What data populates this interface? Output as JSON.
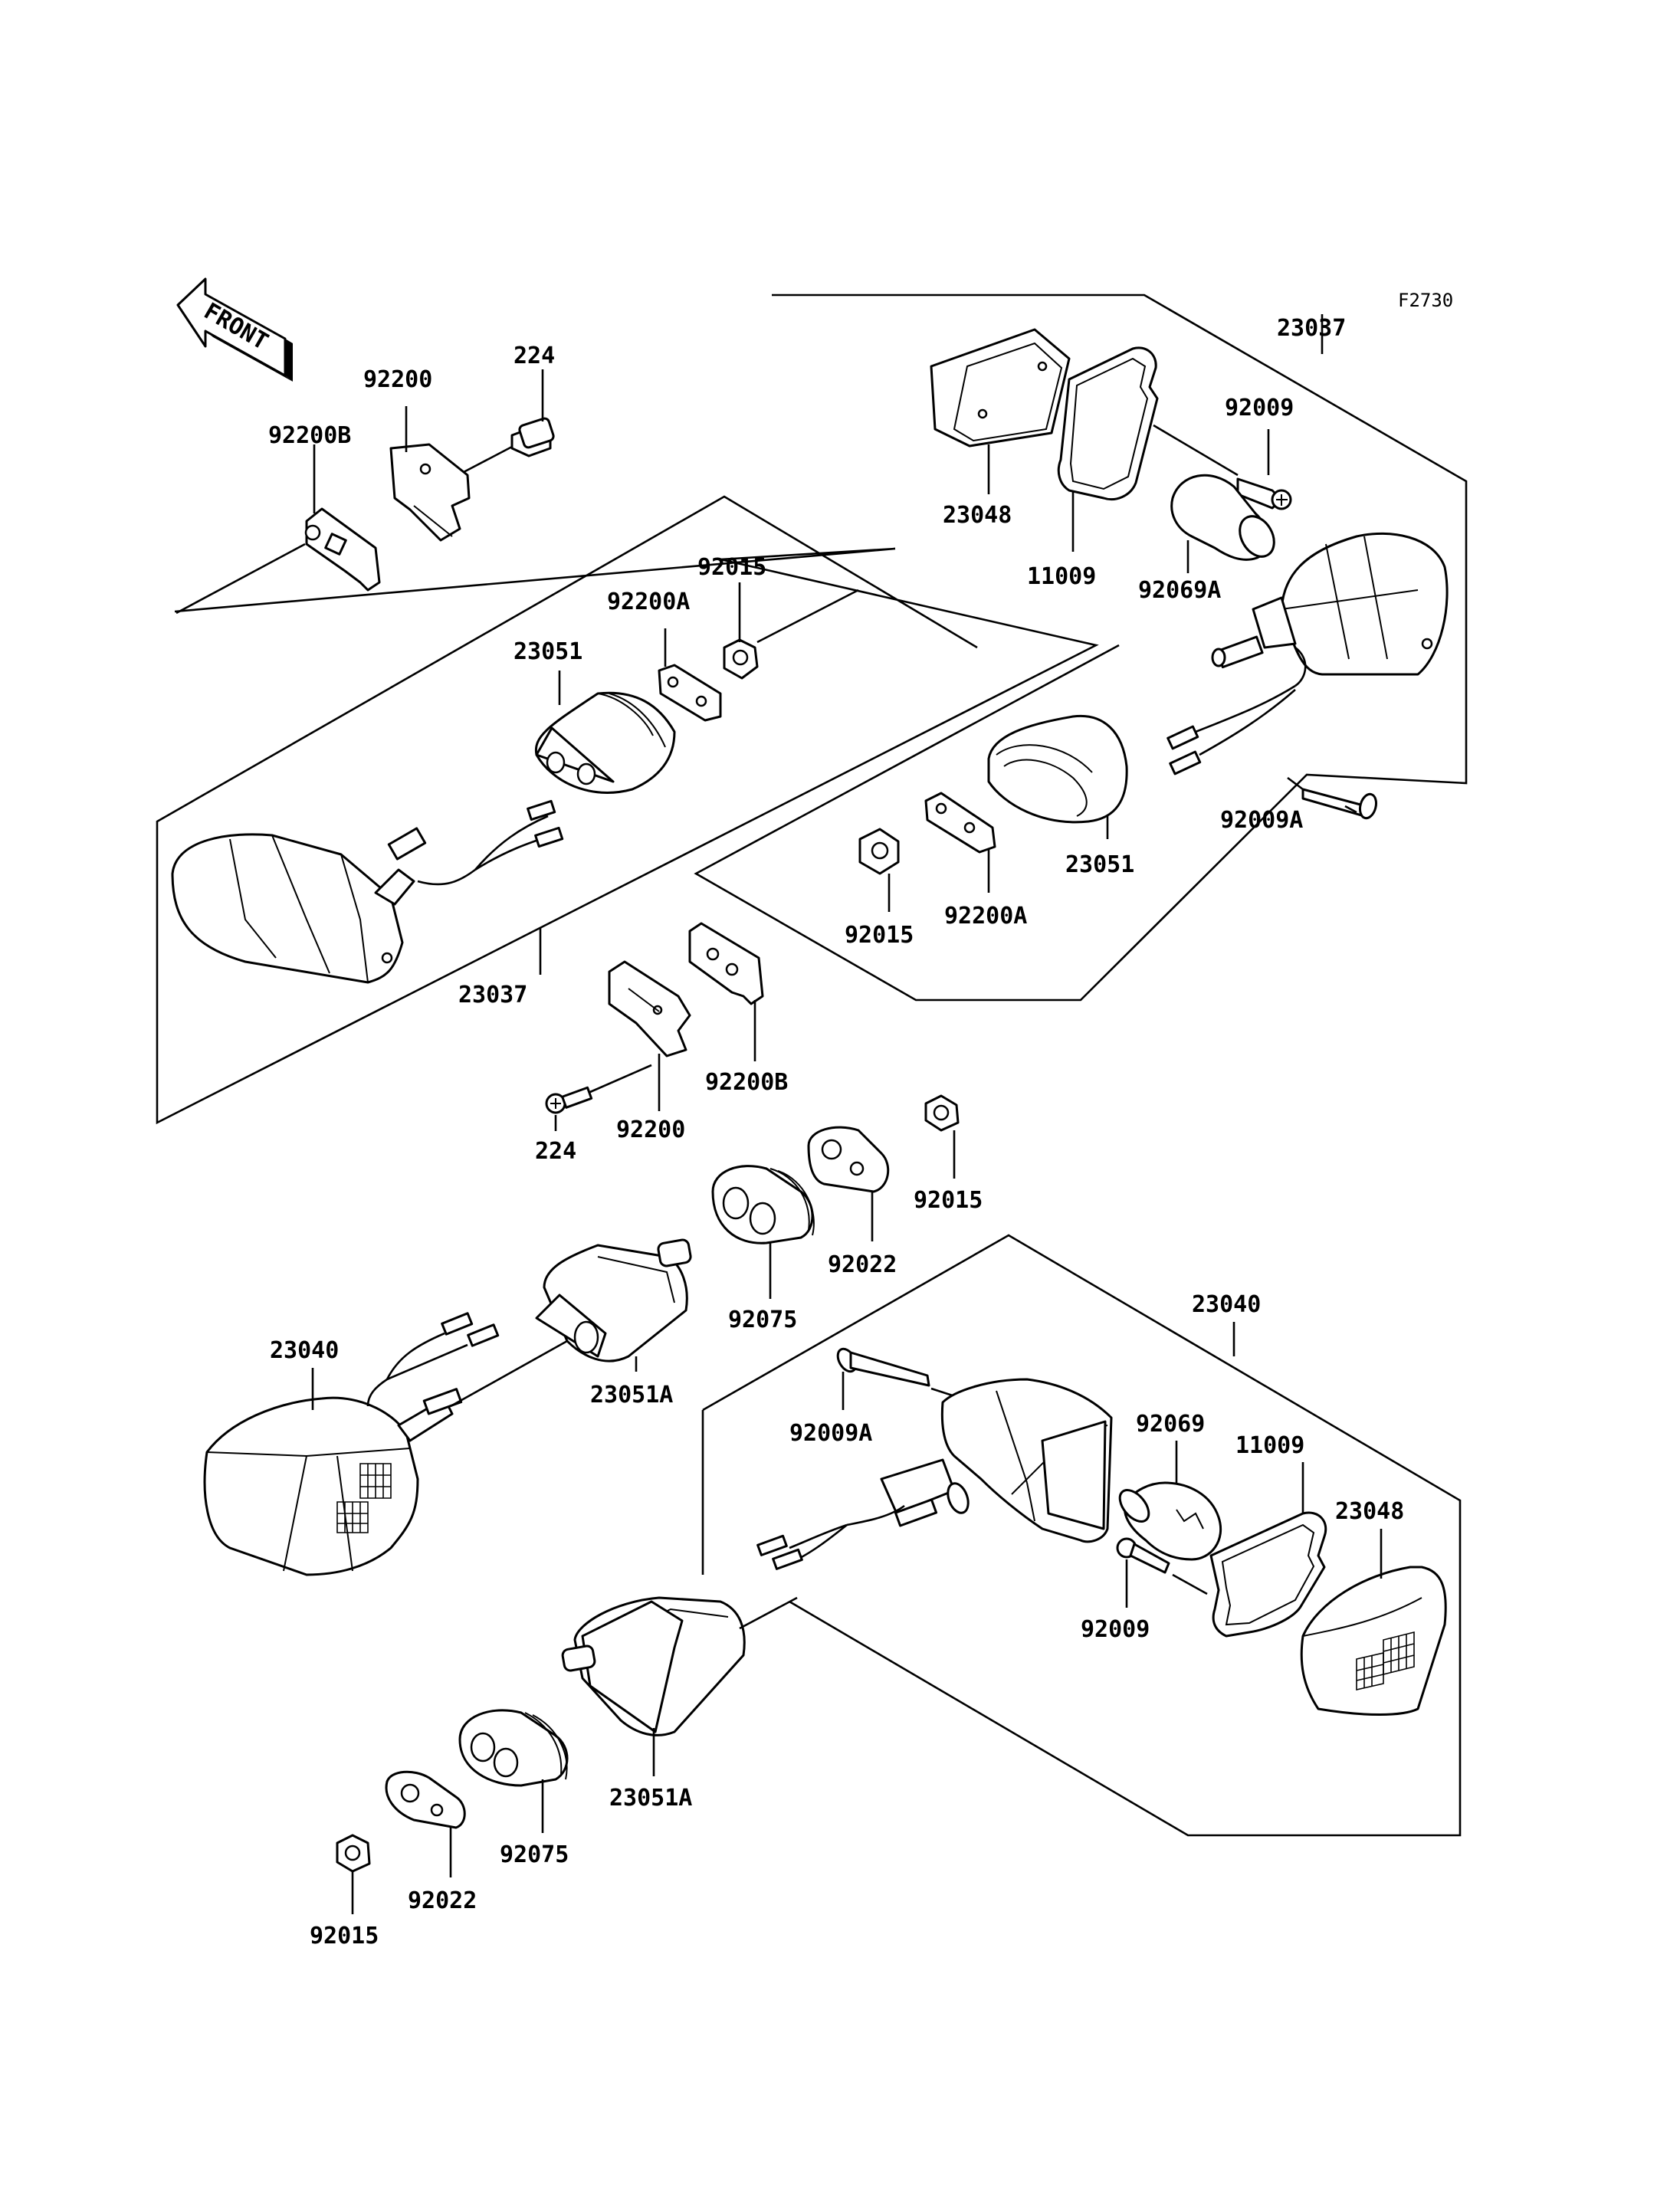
{
  "figure_code": "F2730",
  "front_arrow_label": "FRONT",
  "labels": {
    "top_left_92200": "92200",
    "top_left_224": "224",
    "top_left_92200B": "92200B",
    "left_92015": "92015",
    "left_92200A": "92200A",
    "left_23051": "23051",
    "left_23037": "23037",
    "right_23037": "23037",
    "right_92009": "92009",
    "right_23048": "23048",
    "right_11009": "11009",
    "right_92069A": "92069A",
    "right_92009A": "92009A",
    "right_23051": "23051",
    "right_92015": "92015",
    "right_92200A": "92200A",
    "mid_92200B": "92200B",
    "mid_92200": "92200",
    "mid_224": "224",
    "mid_92015": "92015",
    "mid_92022": "92022",
    "mid_92075": "92075",
    "rear_left_23040": "23040",
    "rear_left_23051A": "23051A",
    "rear_right_23040": "23040",
    "rear_right_92009A": "92009A",
    "rear_right_92069": "92069",
    "rear_right_11009": "11009",
    "rear_right_23048": "23048",
    "rear_right_92009": "92009",
    "bottom_23051A": "23051A",
    "bottom_92075": "92075",
    "bottom_92022": "92022",
    "bottom_92015": "92015"
  },
  "colors": {
    "line": "#000000",
    "background": "#ffffff"
  }
}
